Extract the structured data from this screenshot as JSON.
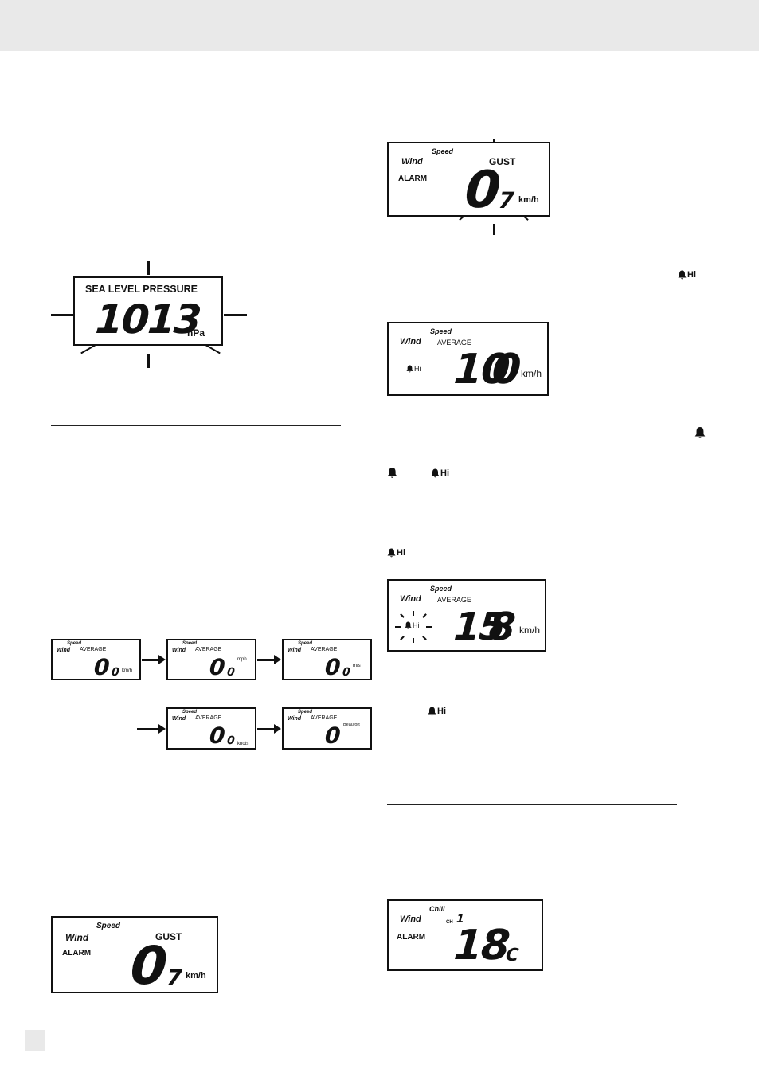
{
  "pressure_display": {
    "label": "SEA LEVEL PRESSURE",
    "value": "1013",
    "unit": "hPa"
  },
  "wind_icon": {
    "word_wind": "Wind",
    "word_speed": "Speed",
    "word_chill": "Chill"
  },
  "gust_alarm_top": {
    "label_gust": "GUST",
    "label_alarm": "ALARM",
    "value_int": "0",
    "value_dec": "7",
    "unit": "km/h"
  },
  "gust_alarm_bottom": {
    "label_gust": "GUST",
    "label_alarm": "ALARM",
    "value_int": "0",
    "value_dec": "7",
    "unit": "km/h"
  },
  "hi_marker": "Hi",
  "average_alarm_10": {
    "label": "AVERAGE",
    "value_int": "10",
    "value_dec": "0",
    "unit": "km/h"
  },
  "average_alarm_15": {
    "label": "AVERAGE",
    "value_int": "15",
    "value_dec": "8",
    "unit": "km/h"
  },
  "unit_sequence": [
    {
      "label": "AVERAGE",
      "value_int": "0",
      "value_dec": "0",
      "unit": "km/h"
    },
    {
      "label": "AVERAGE",
      "value_int": "0",
      "value_dec": "0",
      "unit": "mph"
    },
    {
      "label": "AVERAGE",
      "value_int": "0",
      "value_dec": "0",
      "unit": "m/s"
    },
    {
      "label": "AVERAGE",
      "value_int": "0",
      "value_dec": "0",
      "unit": "knots"
    },
    {
      "label": "AVERAGE",
      "value_int": "0",
      "value_dec": "",
      "unit": "Beaufort"
    }
  ],
  "chill_alarm": {
    "label_alarm": "ALARM",
    "channel_label": "CH",
    "channel_value": "1",
    "value": "18",
    "unit": "°C"
  },
  "colors": {
    "ink": "#111111",
    "header_bar": "#e9e9e9"
  }
}
